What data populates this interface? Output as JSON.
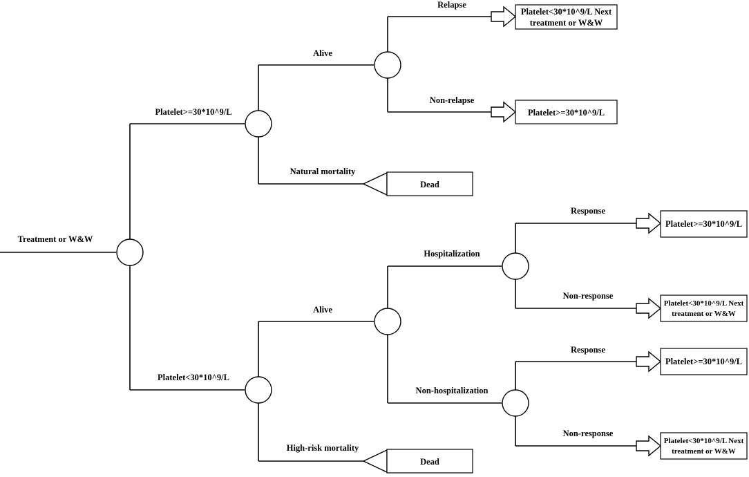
{
  "root": {
    "label": "Treatment or W&W"
  },
  "upper": {
    "branch_label": "Platelet>=30*10^9/L",
    "alive": {
      "label": "Alive",
      "relapse": {
        "label": "Relapse",
        "outcome": [
          "Platelet<30*10^9/L Next",
          "treatment or W&W"
        ]
      },
      "non_relapse": {
        "label": "Non-relapse",
        "outcome": "Platelet>=30*10^9/L"
      }
    },
    "mortality": {
      "label": "Natural mortality",
      "outcome": "Dead"
    }
  },
  "lower": {
    "branch_label": "Platelet<30*10^9/L",
    "alive": {
      "label": "Alive",
      "hospitalization": {
        "label": "Hospitalization",
        "response": {
          "label": "Response",
          "outcome": "Platelet>=30*10^9/L"
        },
        "non_response": {
          "label": "Non-response",
          "outcome": [
            "Platelet<30*10^9/L Next",
            "treatment or W&W"
          ]
        }
      },
      "non_hospitalization": {
        "label": "Non-hospitalization",
        "response": {
          "label": "Response",
          "outcome": "Platelet>=30*10^9/L"
        },
        "non_response": {
          "label": "Non-response",
          "outcome": [
            "Platelet<30*10^9/L Next",
            "treatment or W&W"
          ]
        }
      }
    },
    "mortality": {
      "label": "High-risk mortality",
      "outcome": "Dead"
    }
  }
}
